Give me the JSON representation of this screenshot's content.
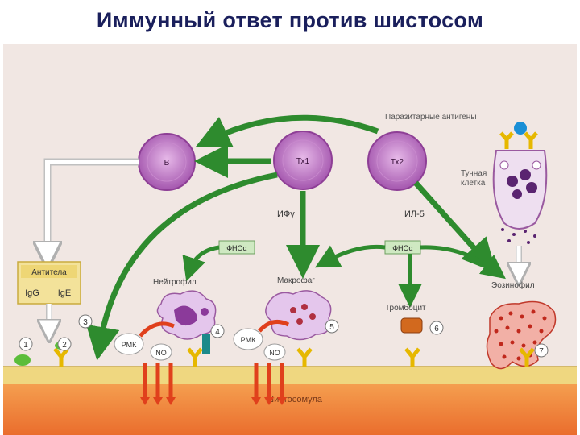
{
  "title": "Иммунный ответ против шистосом",
  "cells": {
    "b": "В",
    "th1": "Тх1",
    "th2": "Тх2",
    "mast": "Тучная клетка",
    "neutrophil": "Нейтрофил",
    "macrophage": "Макрофаг",
    "platelet": "Тромбоцит",
    "eosinophil": "Эозинофил"
  },
  "labels": {
    "parasite_antigens": "Паразитарные антигены",
    "ifn": "ИФγ",
    "il5": "ИЛ-5",
    "tnf": "ФНОα",
    "antibodies": "Антитела",
    "igg": "IgG",
    "ige": "IgE",
    "rmk": "РМК",
    "no": "NO",
    "schistosomula": "Шистосомула"
  },
  "numbers": [
    "1",
    "2",
    "3",
    "4",
    "5",
    "6",
    "7"
  ],
  "colors": {
    "arrow_green": "#2e8b2e",
    "arrow_red": "#e0401c",
    "cell_purple": "#b86cc0",
    "receptor_yellow": "#e6b800",
    "membrane": "#e8d27a",
    "parasite": "#f08a40"
  }
}
